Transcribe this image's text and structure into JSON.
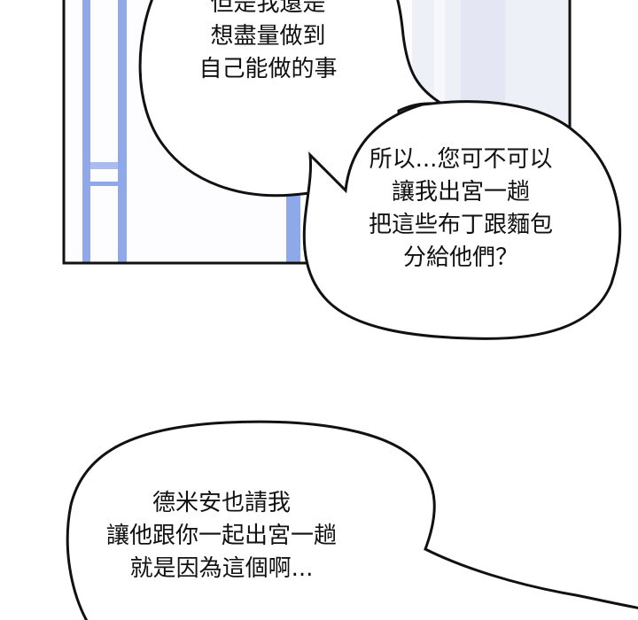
{
  "colors": {
    "frame": "#111111",
    "window_blue": "#8fa8ea",
    "wall": "#eef0f8",
    "bubble": "#ffffff"
  },
  "bubbles": [
    {
      "lines": [
        "但是我還是",
        "想盡量做到",
        "自己能做的事"
      ]
    },
    {
      "lines": [
        "所以...您可不可以",
        "讓我出宮一趟",
        "把這些布丁跟麵包",
        "分給他們？"
      ]
    },
    {
      "lines": [
        "德米安也請我",
        "讓他跟你一起出宮一趟",
        "就是因為這個啊..."
      ]
    }
  ]
}
